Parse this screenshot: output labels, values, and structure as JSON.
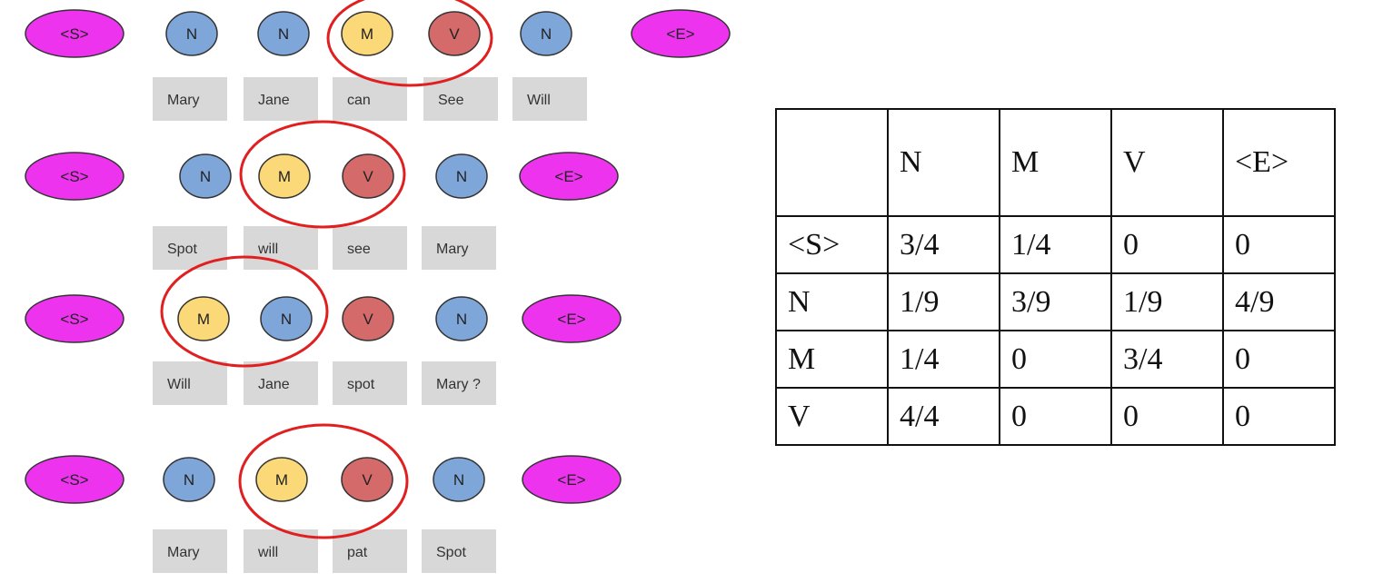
{
  "colors": {
    "S": "#ee33ee",
    "E": "#ee33ee",
    "N": "#7ea6d9",
    "M": "#fbd878",
    "V": "#d46a6a",
    "circle": "#e02020",
    "word_box": "#d8d8d8",
    "stroke": "#333333"
  },
  "sentences": [
    {
      "tags": [
        "<S>",
        "N",
        "N",
        "M",
        "V",
        "N",
        "<E>"
      ],
      "words": [
        "Mary",
        "Jane",
        "can",
        "See",
        "Will"
      ]
    },
    {
      "tags": [
        "<S>",
        "N",
        "M",
        "V",
        "N",
        "<E>"
      ],
      "words": [
        "Spot",
        "will",
        "see",
        "Mary"
      ]
    },
    {
      "tags": [
        "<S>",
        "M",
        "N",
        "V",
        "N",
        "<E>"
      ],
      "words": [
        "Will",
        "Jane",
        "spot",
        "Mary ?"
      ]
    },
    {
      "tags": [
        "<S>",
        "N",
        "M",
        "V",
        "N",
        "<E>"
      ],
      "words": [
        "Mary",
        "will",
        "pat",
        "Spot"
      ]
    }
  ],
  "table": {
    "header": [
      "",
      "N",
      "M",
      "V",
      "<E>"
    ],
    "rows": [
      [
        "<S>",
        "3/4",
        "1/4",
        "0",
        "0"
      ],
      [
        "N",
        "1/9",
        "3/9",
        "1/9",
        "4/9"
      ],
      [
        "M",
        "1/4",
        "0",
        "3/4",
        "0"
      ],
      [
        "V",
        "4/4",
        "0",
        "0",
        "0"
      ]
    ]
  }
}
